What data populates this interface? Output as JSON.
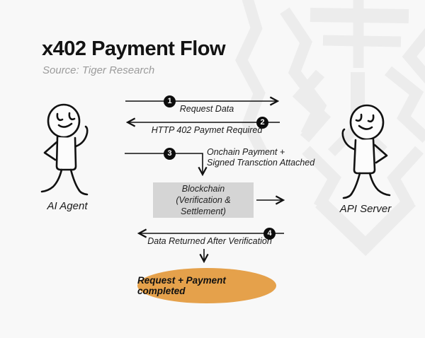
{
  "header": {
    "title": "x402 Payment Flow",
    "subtitle": "Source: Tiger Research"
  },
  "actors": {
    "left": "AI Agent",
    "right": "API Server"
  },
  "steps": [
    {
      "num": "1",
      "label": "Request Data"
    },
    {
      "num": "2",
      "label": "HTTP 402 Paymet Required"
    },
    {
      "num": "3",
      "label1": "Onchain Payment +",
      "label2": "Signed Transction Attached"
    },
    {
      "num": "4",
      "label": "Data Returned After Verification"
    }
  ],
  "blockchain": {
    "line1": "Blockchain",
    "line2": "(Verification & Settlement)"
  },
  "result": "Request + Payment completed",
  "colors": {
    "background": "#f8f8f8",
    "ink": "#111111",
    "accent_orange": "#e5a14b",
    "box_gray": "#d5d5d5",
    "subtitle_gray": "#9b9b9b",
    "watermark_gray": "#ececec"
  }
}
